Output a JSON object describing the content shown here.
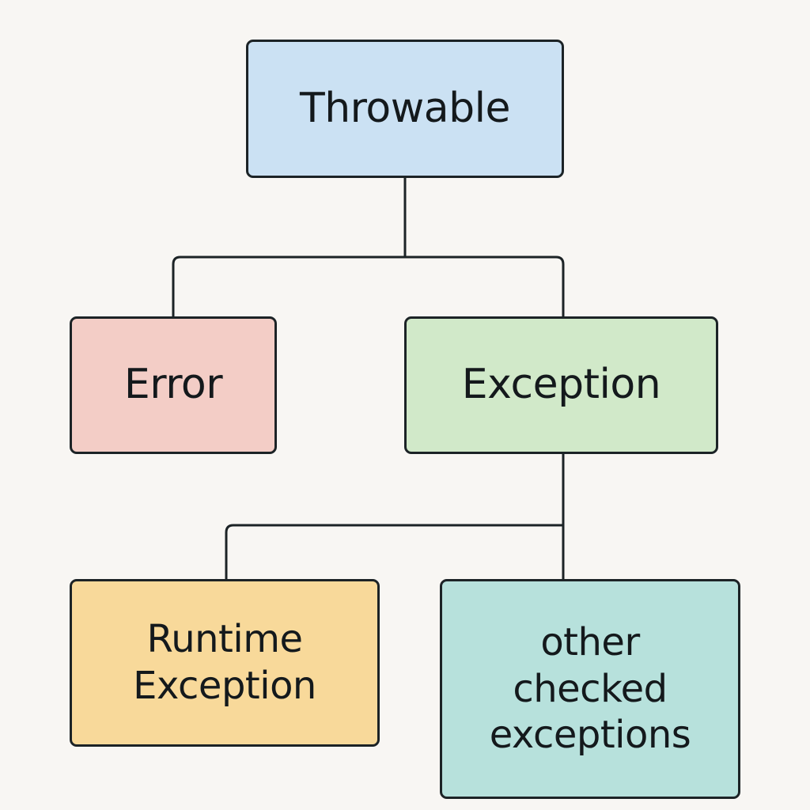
{
  "diagram": {
    "type": "class-hierarchy-tree",
    "colors": {
      "background": "#f8f6f3",
      "stroke": "#1c2326",
      "text": "#14191c"
    },
    "nodes": {
      "throwable": {
        "lines": [
          "Throwable"
        ],
        "fill": "#cbe1f3"
      },
      "error": {
        "lines": [
          "Error"
        ],
        "fill": "#f3cdc6"
      },
      "exception": {
        "lines": [
          "Exception"
        ],
        "fill": "#d1e9c9"
      },
      "runtime_exception": {
        "lines": [
          "Runtime",
          "Exception"
        ],
        "fill": "#f8d99a"
      },
      "checked_exceptions": {
        "lines": [
          "other",
          "checked",
          "exceptions"
        ],
        "fill": "#b7e1dc"
      }
    },
    "edges": [
      {
        "from": "throwable",
        "to": "error"
      },
      {
        "from": "throwable",
        "to": "exception"
      },
      {
        "from": "exception",
        "to": "runtime_exception"
      },
      {
        "from": "exception",
        "to": "checked_exceptions"
      }
    ]
  }
}
